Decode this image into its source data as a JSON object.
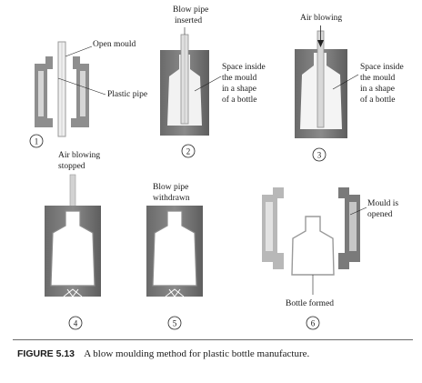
{
  "steps": [
    {
      "number": "1",
      "labels": [
        "Open mould",
        "Plastic pipe"
      ]
    },
    {
      "number": "2",
      "top_label": [
        "Blow pipe",
        "inserted"
      ],
      "side_label": [
        "Space inside",
        "the mould",
        "in a shape",
        "of a bottle"
      ]
    },
    {
      "number": "3",
      "top_label": [
        "Air blowing"
      ],
      "side_label": [
        "Space inside",
        "the mould",
        "in a shape",
        "of a bottle"
      ]
    },
    {
      "number": "4",
      "top_label": [
        "Air blowing",
        "stopped"
      ]
    },
    {
      "number": "5",
      "top_label": [
        "Blow pipe",
        "withdrawn"
      ]
    },
    {
      "number": "6",
      "side_label": [
        "Mould is",
        "opened"
      ],
      "bottom_label": [
        "Bottle formed"
      ]
    }
  ],
  "caption": {
    "figure": "FIGURE 5.13",
    "text": "A blow moulding method for plastic bottle manufacture."
  }
}
